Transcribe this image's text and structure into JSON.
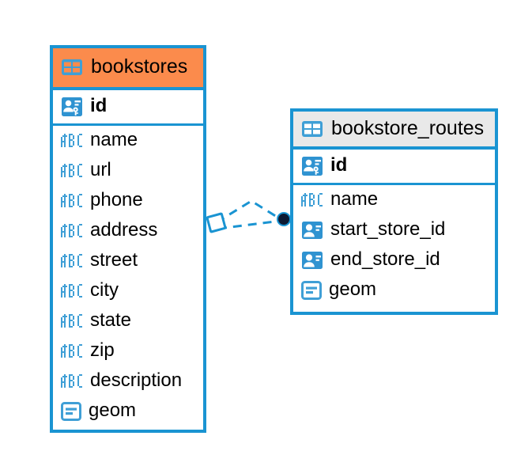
{
  "diagram": {
    "type": "entity-relationship-diagram",
    "background": "#ffffff",
    "colors": {
      "border": "#1a94d2",
      "header_accent": "#fb8b4c",
      "header_neutral": "#e9e9e9",
      "icon_blue": "#3f9fd6",
      "icon_blue_solid": "#2f93d1",
      "text": "#000000",
      "connector": "#1a94d2",
      "endpoint_dot": "#0c1a33"
    },
    "entities": [
      {
        "id": "bookstores",
        "title": "bookstores",
        "header_style": "accent",
        "title_icon": "table-icon",
        "columns": [
          {
            "name": "id",
            "icon": "primary-key-icon",
            "key": "pk"
          },
          {
            "name": "name",
            "icon": "abc-text-icon",
            "key": "text"
          },
          {
            "name": "url",
            "icon": "abc-text-icon",
            "key": "text"
          },
          {
            "name": "phone",
            "icon": "abc-text-icon",
            "key": "text"
          },
          {
            "name": "address",
            "icon": "abc-text-icon",
            "key": "text"
          },
          {
            "name": "street",
            "icon": "abc-text-icon",
            "key": "text"
          },
          {
            "name": "city",
            "icon": "abc-text-icon",
            "key": "text"
          },
          {
            "name": "state",
            "icon": "abc-text-icon",
            "key": "text"
          },
          {
            "name": "zip",
            "icon": "abc-text-icon",
            "key": "text"
          },
          {
            "name": "description",
            "icon": "abc-text-icon",
            "key": "text"
          },
          {
            "name": "geom",
            "icon": "geometry-icon",
            "key": "geom"
          }
        ]
      },
      {
        "id": "bookstore_routes",
        "title": "bookstore_routes",
        "header_style": "neutral",
        "title_icon": "table-icon",
        "columns": [
          {
            "name": "id",
            "icon": "primary-key-icon",
            "key": "pk"
          },
          {
            "name": "name",
            "icon": "abc-text-icon",
            "key": "text"
          },
          {
            "name": "start_store_id",
            "icon": "foreign-key-icon",
            "key": "fk"
          },
          {
            "name": "end_store_id",
            "icon": "foreign-key-icon",
            "key": "fk"
          },
          {
            "name": "geom",
            "icon": "geometry-icon",
            "key": "geom"
          }
        ]
      }
    ],
    "relationship": {
      "from_entity": "bookstores",
      "to_entity": "bookstore_routes",
      "line_style": "dashed",
      "source_marker": "diamond",
      "target_marker": "filled-circle"
    }
  }
}
